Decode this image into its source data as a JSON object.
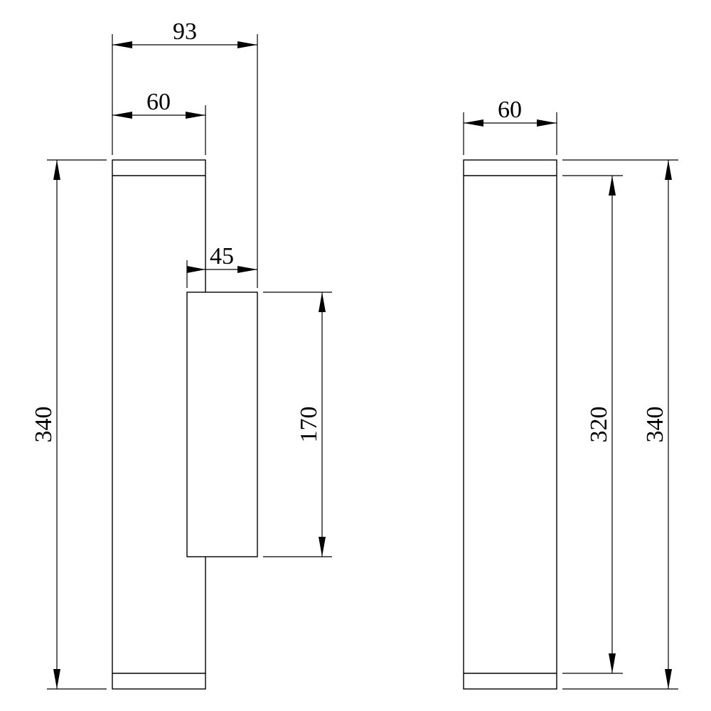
{
  "colors": {
    "line": "#000000",
    "background": "#ffffff"
  },
  "side_view": {
    "width_total": "93",
    "width_body": "60",
    "depth_lamp": "45",
    "height_total": "340",
    "height_lamp": "170"
  },
  "front_view": {
    "width": "60",
    "height_inner": "320",
    "height_total": "340"
  }
}
